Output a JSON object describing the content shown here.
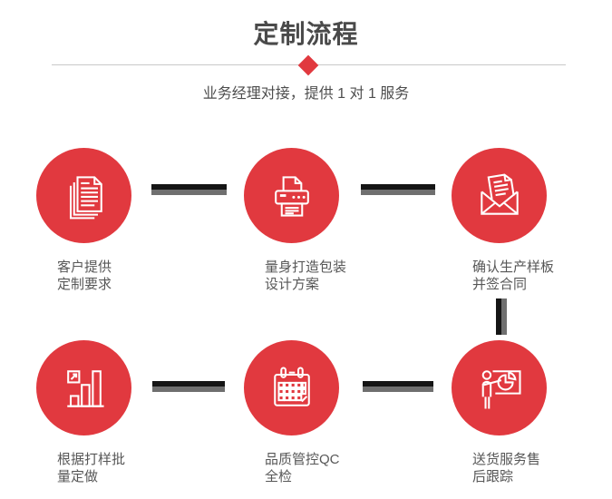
{
  "page": {
    "title": "定制流程",
    "subtitle": "业务经理对接，提供 1 对 1 服务"
  },
  "colors": {
    "accent_red": "#E1393F",
    "title_text": "#4A4A4A",
    "label_text": "#575757",
    "connector_black": "#151515",
    "connector_gray": "#6F6F6F",
    "divider_gray": "#C9C9C9"
  },
  "steps": [
    {
      "icon": "documents-icon",
      "label_line1": "客户提供",
      "label_line2": "定制要求"
    },
    {
      "icon": "printer-icon",
      "label_line1": "量身打造包装",
      "label_line2": "设计方案"
    },
    {
      "icon": "envelope-icon",
      "label_line1": "确认生产样板",
      "label_line2": "并签合同"
    },
    {
      "icon": "bar-chart-icon",
      "label_line1": "根据打样批",
      "label_line2": "量定做"
    },
    {
      "icon": "calendar-icon",
      "label_line1": "品质管控QC",
      "label_line2": "全检"
    },
    {
      "icon": "presentation-icon",
      "label_line1": "送货服务售",
      "label_line2": "后跟踪"
    }
  ]
}
